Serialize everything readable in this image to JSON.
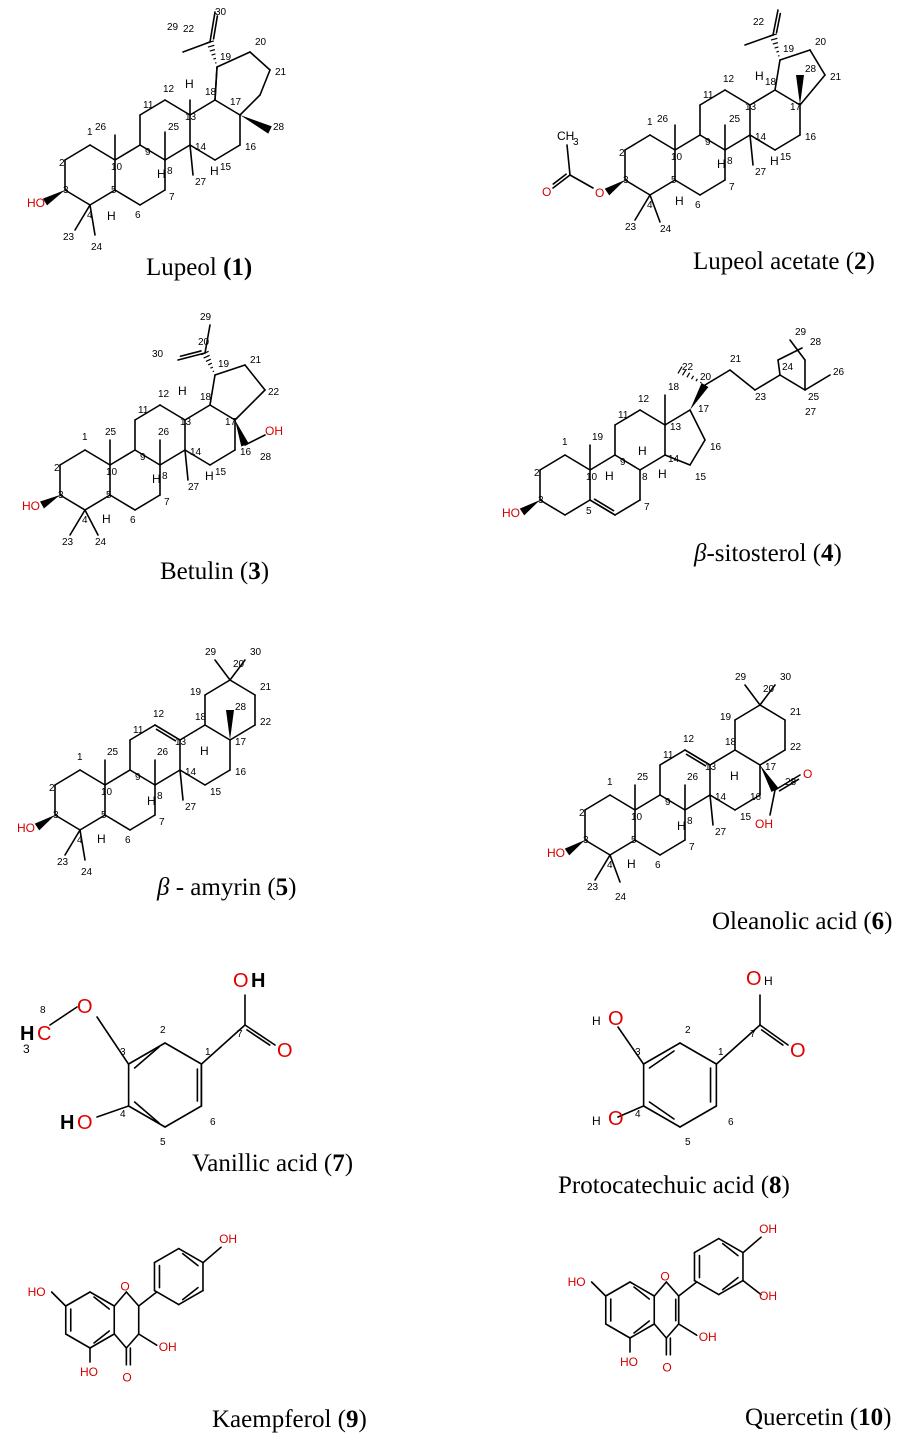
{
  "compounds": [
    {
      "id": "c1",
      "name": "Lupeol ",
      "number": "1",
      "number_style": "bold-paren"
    },
    {
      "id": "c2",
      "name": "Lupeol acetate ",
      "number": "2",
      "number_style": "bold-paren"
    },
    {
      "id": "c3",
      "name": "Betulin ",
      "number": "3",
      "number_style": "paren-bold"
    },
    {
      "id": "c4",
      "prefix": "β",
      "name": "-sitosterol ",
      "number": "4",
      "number_style": "paren-bold"
    },
    {
      "id": "c5",
      "prefix": "β",
      "name": " - amyrin ",
      "number": "5",
      "number_style": "paren-bold"
    },
    {
      "id": "c6",
      "name": "Oleanolic acid ",
      "number": "6",
      "number_style": "paren-bold"
    },
    {
      "id": "c7",
      "name": "Vanillic acid ",
      "number": "7",
      "number_style": "paren-bold"
    },
    {
      "id": "c8",
      "name": "Protocatechuic acid ",
      "number": "8",
      "number_style": "paren-bold"
    },
    {
      "id": "c9",
      "name": "Kaempferol ",
      "number": "9",
      "number_style": "paren-bold"
    },
    {
      "id": "c10",
      "name": "Quercetin ",
      "number": "10",
      "number_style": "paren-bold"
    }
  ],
  "atoms": {
    "oh": "HO",
    "oh_r": "OH",
    "o": "O",
    "h": "H",
    "ch3": "CH",
    "sub3": "3",
    "c": "C"
  }
}
